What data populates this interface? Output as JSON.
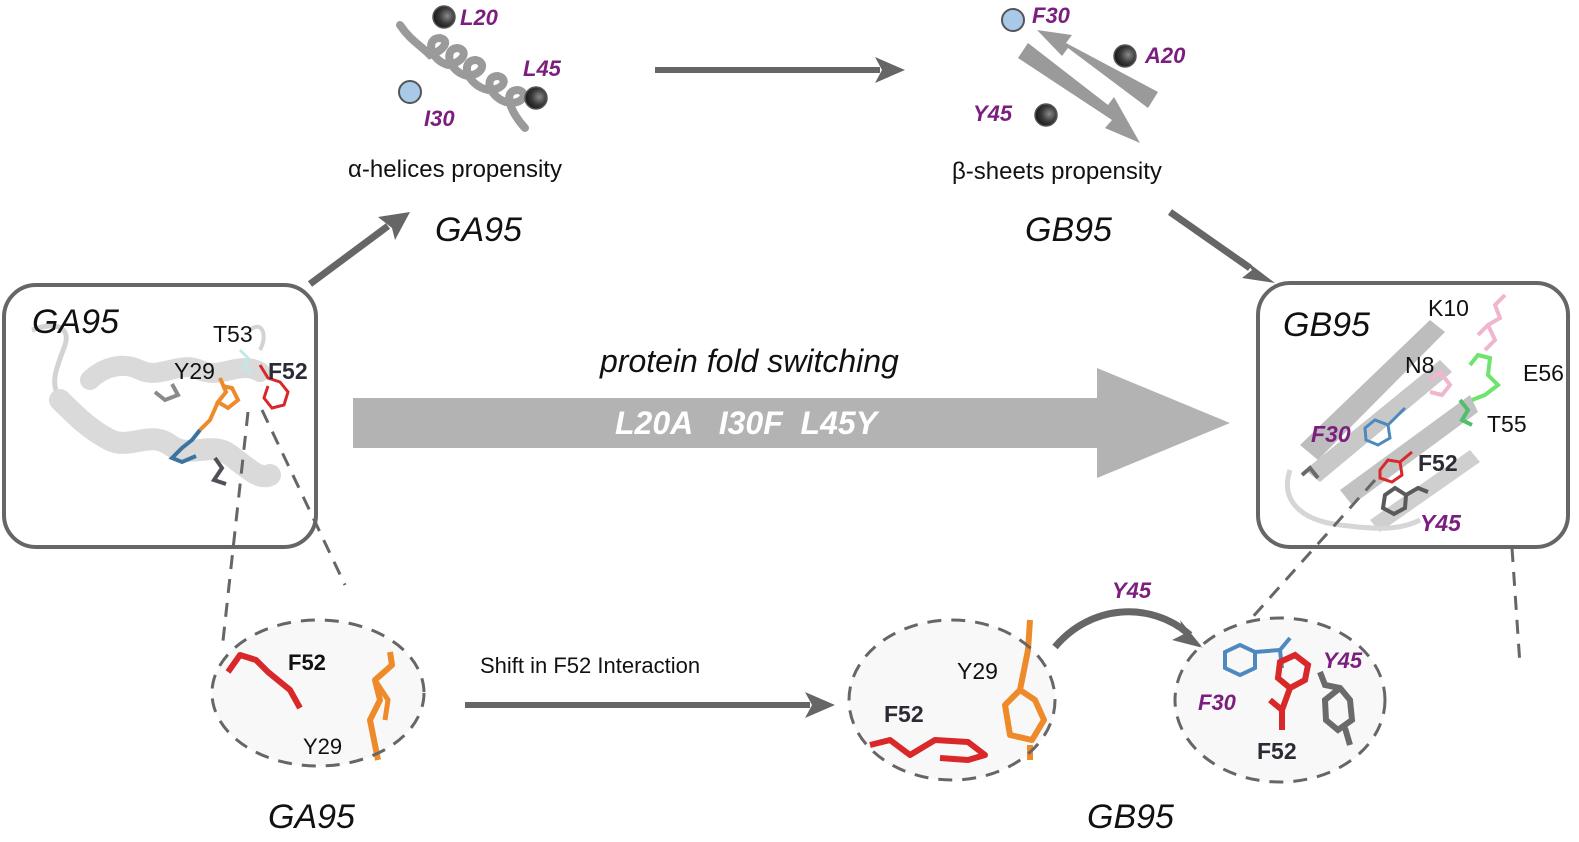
{
  "colors": {
    "arrow_gray": "#666666",
    "big_arrow_gray": "#b3b3b3",
    "helix_gray": "#9a9a9a",
    "ribbon_gray": "#d6d6d6",
    "purple_label": "#7b1f7f",
    "dark_sphere": "#3a3a3a",
    "light_sphere": "#a9c9e8",
    "f52_red": "#d9282a",
    "y29_orange": "#ee8a2a",
    "f30_blue": "#4d89bf",
    "k10_n8_pink": "#f0b6cf",
    "e56_t55_green": "#6ee36e",
    "t53_cyan": "#bfe8e8",
    "y45_gray": "#6a6a6a"
  },
  "top_left_schematic": {
    "residues": [
      "L20",
      "L45",
      "I30"
    ],
    "caption": "α-helices propensity",
    "protein_label": "GA95"
  },
  "top_right_schematic": {
    "residues": [
      "F30",
      "A20",
      "Y45"
    ],
    "caption": "β-sheets propensity",
    "protein_label": "GB95"
  },
  "center_arrow": {
    "title": "protein fold switching",
    "mutations": "L20A   I30F  L45Y"
  },
  "left_structure_box": {
    "title": "GA95",
    "residues": {
      "t53": "T53",
      "y29": "Y29",
      "f52": "F52"
    }
  },
  "right_structure_box": {
    "title": "GB95",
    "residues": {
      "k10": "K10",
      "n8": "N8",
      "e56": "E56",
      "t55": "T55",
      "f30": "F30",
      "f52": "F52",
      "y45": "Y45"
    }
  },
  "bottom_left_zoom": {
    "residues": {
      "f52": "F52",
      "y29": "Y29"
    },
    "protein_label": "GA95"
  },
  "bottom_arrow": {
    "label": "Shift in F52 Interaction"
  },
  "bottom_mid_zoom": {
    "residues": {
      "y29": "Y29",
      "f52": "F52"
    }
  },
  "curved_arrow": {
    "label": "Y45"
  },
  "bottom_right_zoom": {
    "residues": {
      "f30": "F30",
      "y45": "Y45",
      "f52": "F52"
    }
  },
  "bottom_protein_label": "GB95"
}
